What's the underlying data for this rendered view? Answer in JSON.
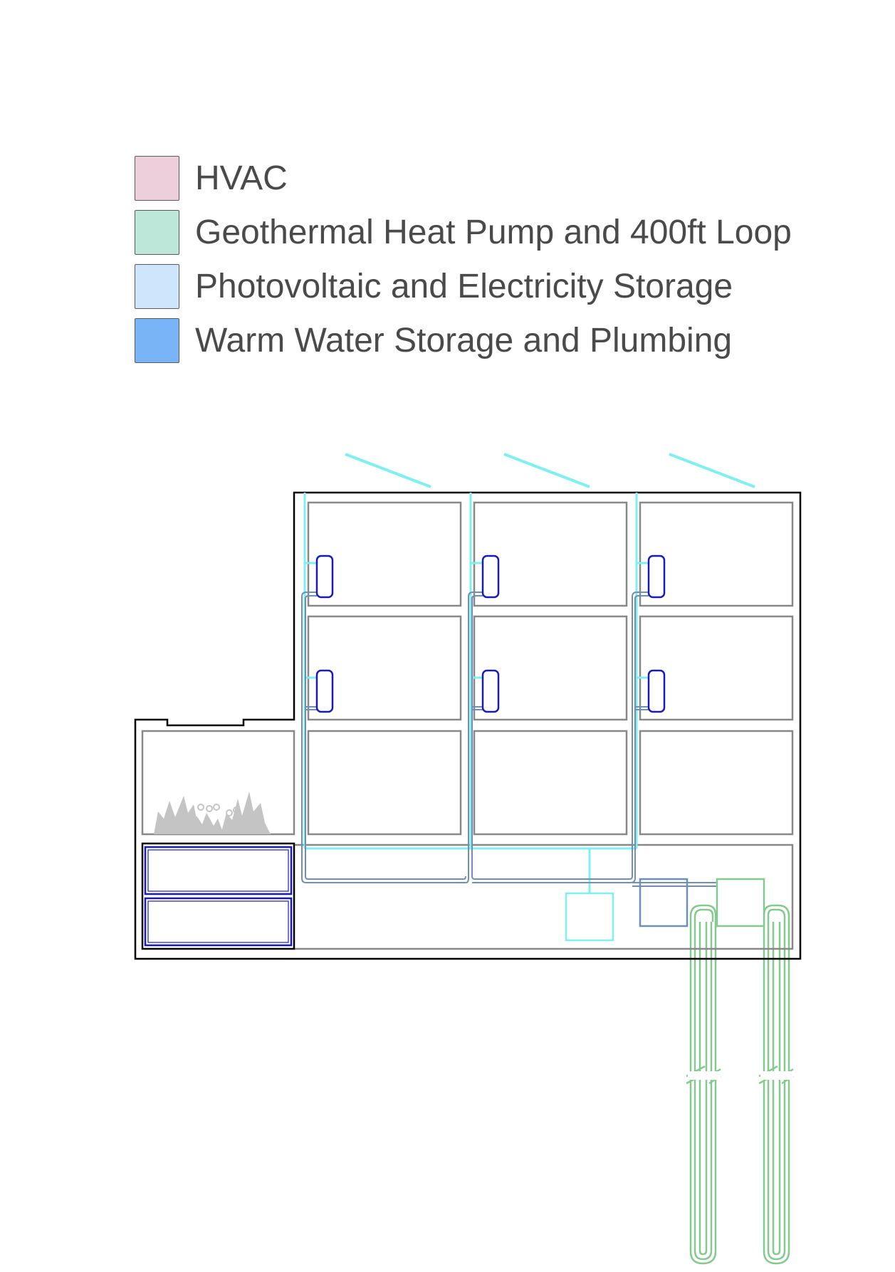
{
  "legend": {
    "items": [
      {
        "label": "HVAC",
        "color": "#eccfda"
      },
      {
        "label": "Geothermal Heat Pump and 400ft Loop",
        "color": "#bde8d9"
      },
      {
        "label": "Photovoltaic and Electricity Storage",
        "color": "#cde6fb"
      },
      {
        "label": "Warm Water Storage and Plumbing",
        "color": "#78b4f6"
      }
    ]
  },
  "colors": {
    "building_outline": "#000000",
    "room_outline": "#888888",
    "photovoltaic": "#7fefef",
    "plumbing": "#6f8fb5",
    "water_tank": "#1a1ab8",
    "geothermal_loop": "#86c990",
    "vegetation": "#c4c4c4"
  }
}
